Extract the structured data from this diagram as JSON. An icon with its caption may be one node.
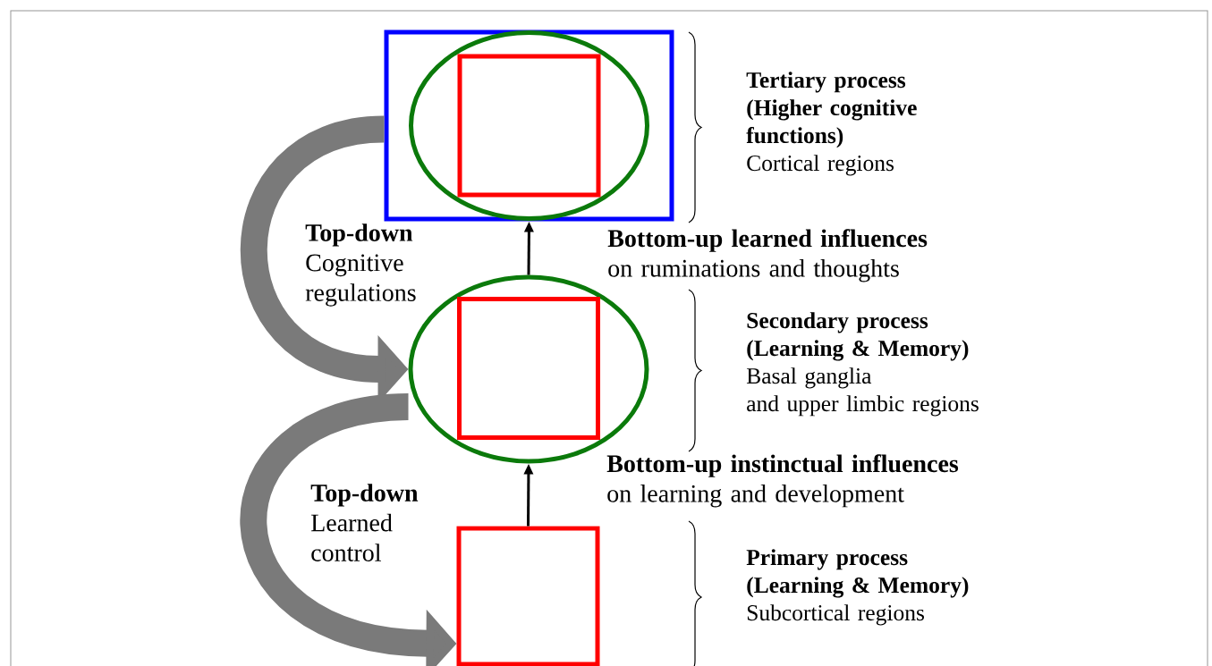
{
  "diagram": {
    "nodes": [
      {
        "text": [],
        "shape": "box"
      },
      {
        "text": [],
        "shape": "ellipse",
        "in": 0
      },
      {
        "text": [],
        "shape": "box",
        "in": 1
      },
      {
        "text": [],
        "shape": "ellipse"
      },
      {
        "text": [],
        "shape": "box",
        "in": 3
      },
      {
        "text": [],
        "shape": "box"
      }
    ],
    "edges": [
      {
        "from": 0,
        "to": 3,
        "arrow": "to",
        "style": "thick",
        "color": "#7a7a7a",
        "label": "**Top-down** Cognitive regulations"
      },
      {
        "from": 3,
        "to": 0,
        "arrow": "to",
        "color": "#000000",
        "label": "**Bottom-up learned influences** on ruminations and thoughts"
      },
      {
        "from": 3,
        "to": 5,
        "arrow": "to",
        "style": "thick",
        "color": "#7a7a7a",
        "label": "**Top-down** Learned control"
      },
      {
        "from": 5,
        "to": 3,
        "arrow": "to",
        "color": "#000000",
        "label": "**Bottom-up instinctual influences** on learning and development"
      }
    ],
    "labels": [
      "Tertiary process (Higher cognitive functions)",
      "Cortical regions",
      "Secondary process (Learning & Memory)",
      "Basal ganglia",
      "and upper limbic regions",
      "Primary process (Learning & Memory)",
      "Subcortical regions"
    ]
  }
}
